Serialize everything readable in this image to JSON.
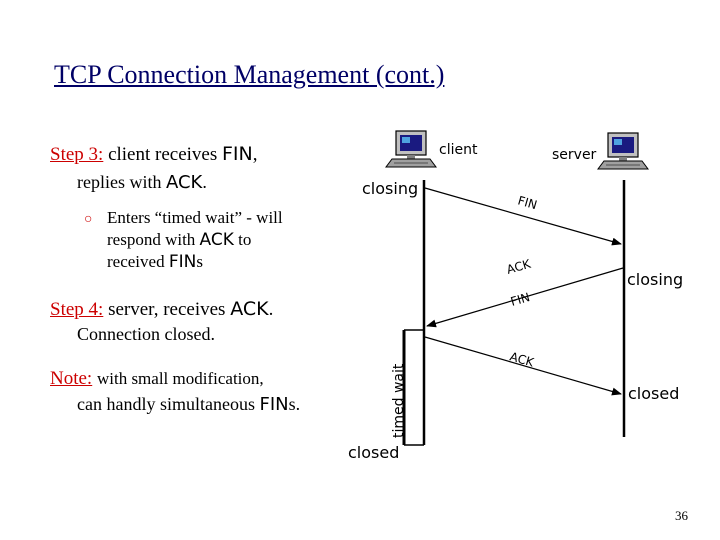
{
  "title": "TCP Connection Management (cont.)",
  "step3": {
    "label": "Step 3:",
    "line1_prefix": "client receives ",
    "line1_mono": "FIN",
    "line1_suffix": ",",
    "line2_prefix": "replies with ",
    "line2_mono": "ACK",
    "line2_suffix": ".",
    "bullet_line1": "Enters “timed wait” - will",
    "bullet_line2_prefix": "respond with ",
    "bullet_line2_mono": "ACK",
    "bullet_line2_suffix": " to",
    "bullet_line3_prefix": "received ",
    "bullet_line3_mono": "FIN",
    "bullet_line3_suffix": "s"
  },
  "step4": {
    "label": "Step 4:",
    "line1_prefix": "server, receives ",
    "line1_mono": "ACK",
    "line1_suffix": ".",
    "line2": "Connection closed."
  },
  "note": {
    "label": "Note:",
    "line1": "with small modification,",
    "line2_prefix": "can handly simultaneous ",
    "line2_mono": "FIN",
    "line2_suffix": "s."
  },
  "diagram": {
    "client_label": "client",
    "server_label": "server",
    "client_closing": "closing",
    "server_closing": "closing",
    "client_closed": "closed",
    "server_closed": "closed",
    "timed_wait": "timed wait",
    "messages": [
      "FIN",
      "ACK",
      "FIN",
      "ACK"
    ]
  },
  "slide_number": "36",
  "colors": {
    "title": "#000066",
    "step_label": "#cc0000",
    "text": "#000000"
  }
}
